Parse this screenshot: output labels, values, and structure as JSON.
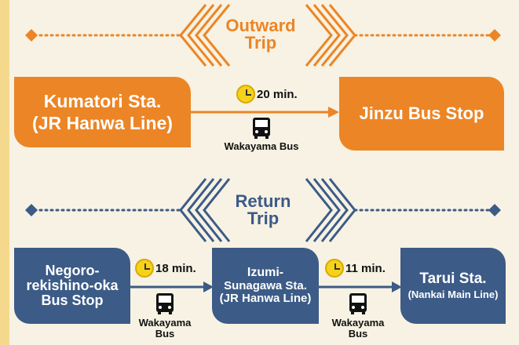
{
  "outward": {
    "title_line1": "Outward",
    "title_line2": "Trip",
    "from_line1": "Kumatori Sta.",
    "from_line2": "(JR Hanwa Line)",
    "to": "Jinzu Bus Stop",
    "time": "20 min.",
    "bus": "Wakayama Bus"
  },
  "return": {
    "title_line1": "Return",
    "title_line2": "Trip",
    "stop1_line1": "Negoro-",
    "stop1_line2": "rekishino-oka",
    "stop1_line3": "Bus Stop",
    "time1": "18 min.",
    "bus1_line1": "Wakayama",
    "bus1_line2": "Bus",
    "stop2_line1": "Izumi-",
    "stop2_line2": "Sunagawa Sta.",
    "stop2_line3": "(JR Hanwa Line)",
    "time2": "11 min.",
    "bus2_line1": "Wakayama",
    "bus2_line2": "Bus",
    "stop3_line1": "Tarui Sta.",
    "stop3_line2": "(Nankai Main Line)"
  },
  "colors": {
    "outward_accent": "#ec8525",
    "return_accent": "#3c5b87",
    "background": "#f7f2e3",
    "left_border": "#f4d98c",
    "clock": "#f5d21c"
  },
  "icons": [
    "clock-icon",
    "bus-icon",
    "diamond-icon",
    "chevron-icon"
  ]
}
